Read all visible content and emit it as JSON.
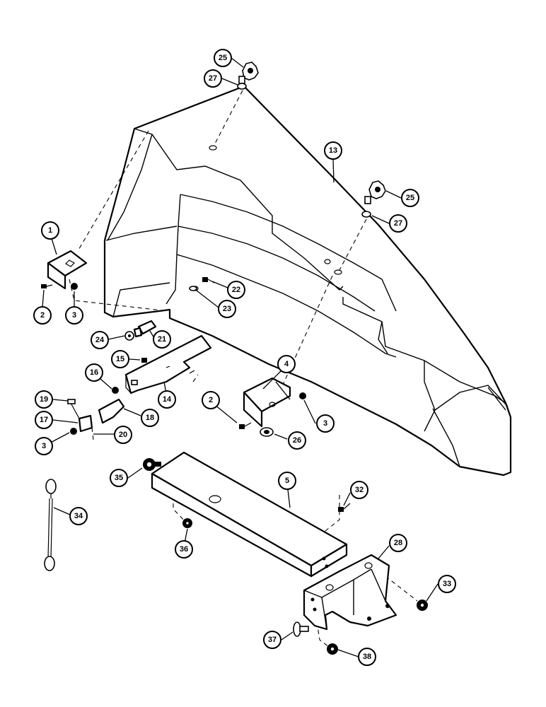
{
  "callouts": {
    "c1": "1",
    "c2a": "2",
    "c2b": "2",
    "c3a": "3",
    "c3b": "3",
    "c3c": "3",
    "c4": "4",
    "c5": "5",
    "c13": "13",
    "c14": "14",
    "c15": "15",
    "c16": "16",
    "c17": "17",
    "c18": "18",
    "c19": "19",
    "c20": "20",
    "c21": "21",
    "c22": "22",
    "c23": "23",
    "c24": "24",
    "c25a": "25",
    "c25b": "25",
    "c26": "26",
    "c27a": "27",
    "c27b": "27",
    "c28": "28",
    "c32": "32",
    "c33": "33",
    "c34": "34",
    "c35": "35",
    "c36": "36",
    "c37": "37",
    "c38": "38"
  },
  "colors": {
    "ink": "#000000",
    "paper": "#ffffff"
  }
}
